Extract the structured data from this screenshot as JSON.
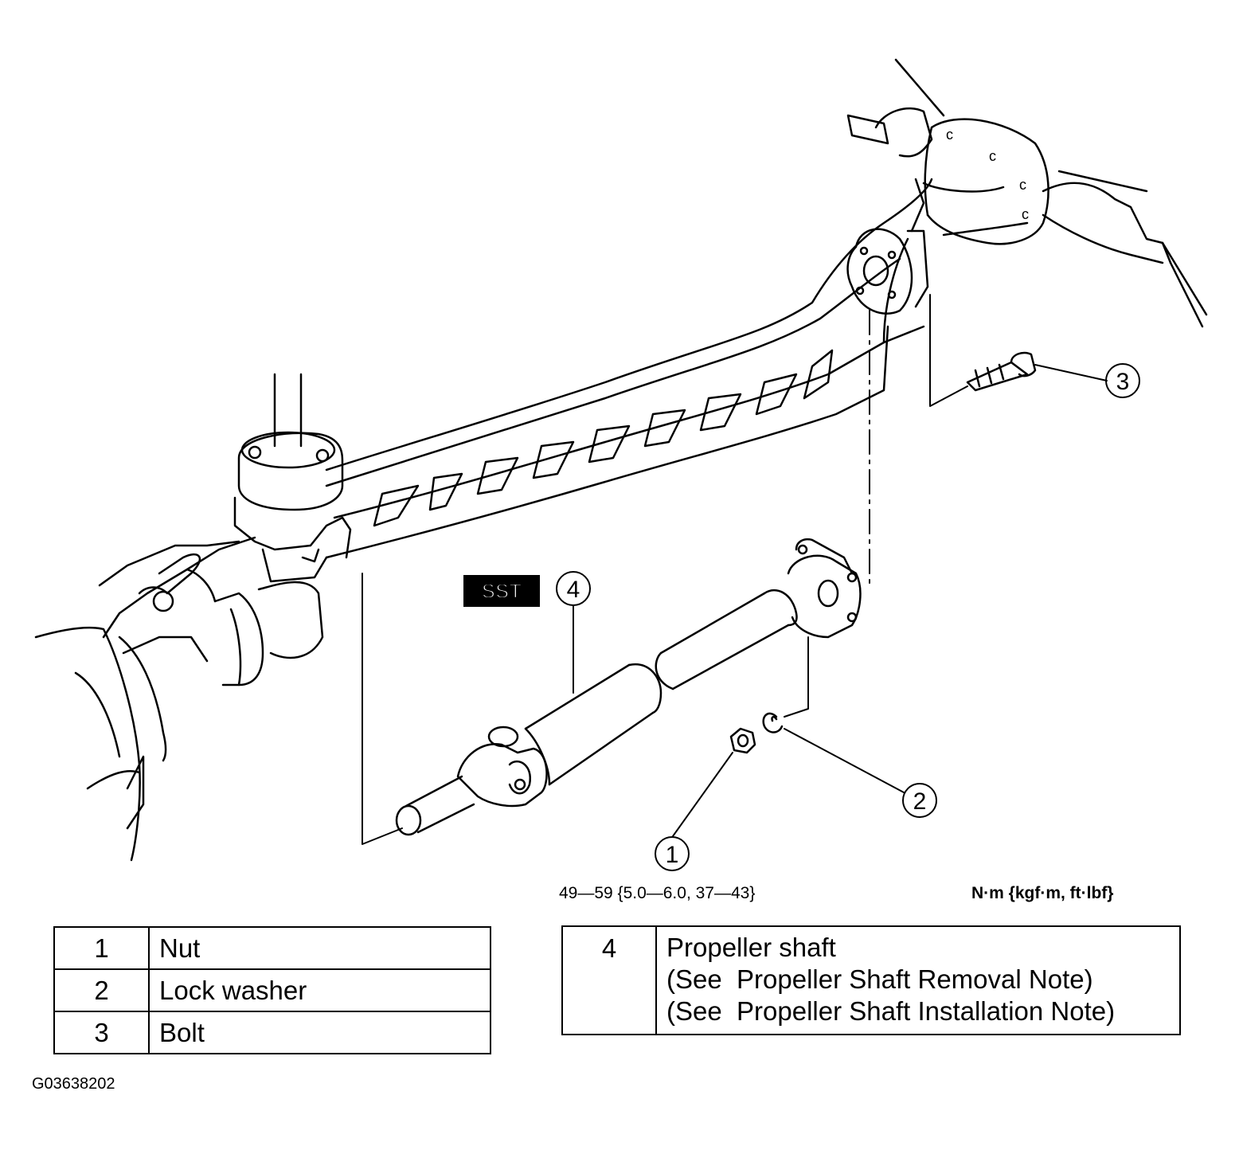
{
  "sst_label": "SST",
  "callouts": [
    {
      "id": "1"
    },
    {
      "id": "2"
    },
    {
      "id": "3"
    },
    {
      "id": "4"
    }
  ],
  "torque_spec": "49—59 {5.0—6.0, 37—43}",
  "torque_units": "N·m {kgf·m, ft·lbf}",
  "parts_left": [
    {
      "num": "1",
      "name": "Nut"
    },
    {
      "num": "2",
      "name": "Lock washer"
    },
    {
      "num": "3",
      "name": "Bolt"
    }
  ],
  "parts_right": {
    "num": "4",
    "name": "Propeller shaft",
    "note1": "(See  Propeller Shaft Removal Note)",
    "note2": "(See  Propeller Shaft Installation Note)"
  },
  "figure_id": "G03638202"
}
